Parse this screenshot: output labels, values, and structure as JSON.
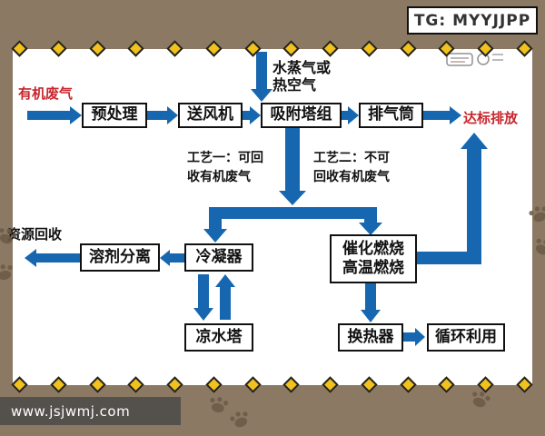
{
  "window": {
    "tg_badge": "TG: MYYJJPP",
    "watermark": "www.jsjwmj.com"
  },
  "colors": {
    "arrow_blue": "#1767b0",
    "accent_red": "#c8262c",
    "frame_brown": "#8c7963",
    "diamond_gold": "#f1c21d",
    "paw_brown": "#6b5a46",
    "box_border": "#111111"
  },
  "flowchart": {
    "input": "有机废气",
    "pretreatment": "预处理",
    "blower": "送风机",
    "adsorption_towers": "吸附塔组",
    "exhaust_stack": "排气筒",
    "compliant_discharge": "达标排放",
    "steam1": "水蒸气或",
    "steam2": "热空气",
    "process1_l1": "工艺一：可回",
    "process1_l2": "收有机废气",
    "process2_l1": "工艺二：不可",
    "process2_l2": "回收有机废气",
    "resource_recovery": "资源回收",
    "solvent_separation": "溶剂分离",
    "condenser": "冷凝器",
    "cooling_tower": "凉水塔",
    "combustion1": "催化燃烧",
    "combustion2": "高温燃烧",
    "heat_exchanger": "换热器",
    "recycle_use": "循环利用"
  },
  "edges": [
    {
      "from": "input",
      "to": "pretreatment"
    },
    {
      "from": "pretreatment",
      "to": "blower"
    },
    {
      "from": "blower",
      "to": "adsorption_towers"
    },
    {
      "from": "steam",
      "to": "adsorption_towers"
    },
    {
      "from": "adsorption_towers",
      "to": "exhaust_stack"
    },
    {
      "from": "exhaust_stack",
      "to": "compliant_discharge"
    },
    {
      "from": "adsorption_towers",
      "to": "condenser",
      "label": "工艺一：可回收有机废气"
    },
    {
      "from": "adsorption_towers",
      "to": "combustion",
      "label": "工艺二：不可回收有机废气"
    },
    {
      "from": "condenser",
      "to": "solvent_separation"
    },
    {
      "from": "solvent_separation",
      "to": "resource_recovery"
    },
    {
      "from": "condenser",
      "to": "cooling_tower",
      "bidirectional": true
    },
    {
      "from": "combustion",
      "to": "heat_exchanger"
    },
    {
      "from": "heat_exchanger",
      "to": "recycle_use"
    },
    {
      "from": "combustion",
      "to": "compliant_discharge"
    }
  ]
}
